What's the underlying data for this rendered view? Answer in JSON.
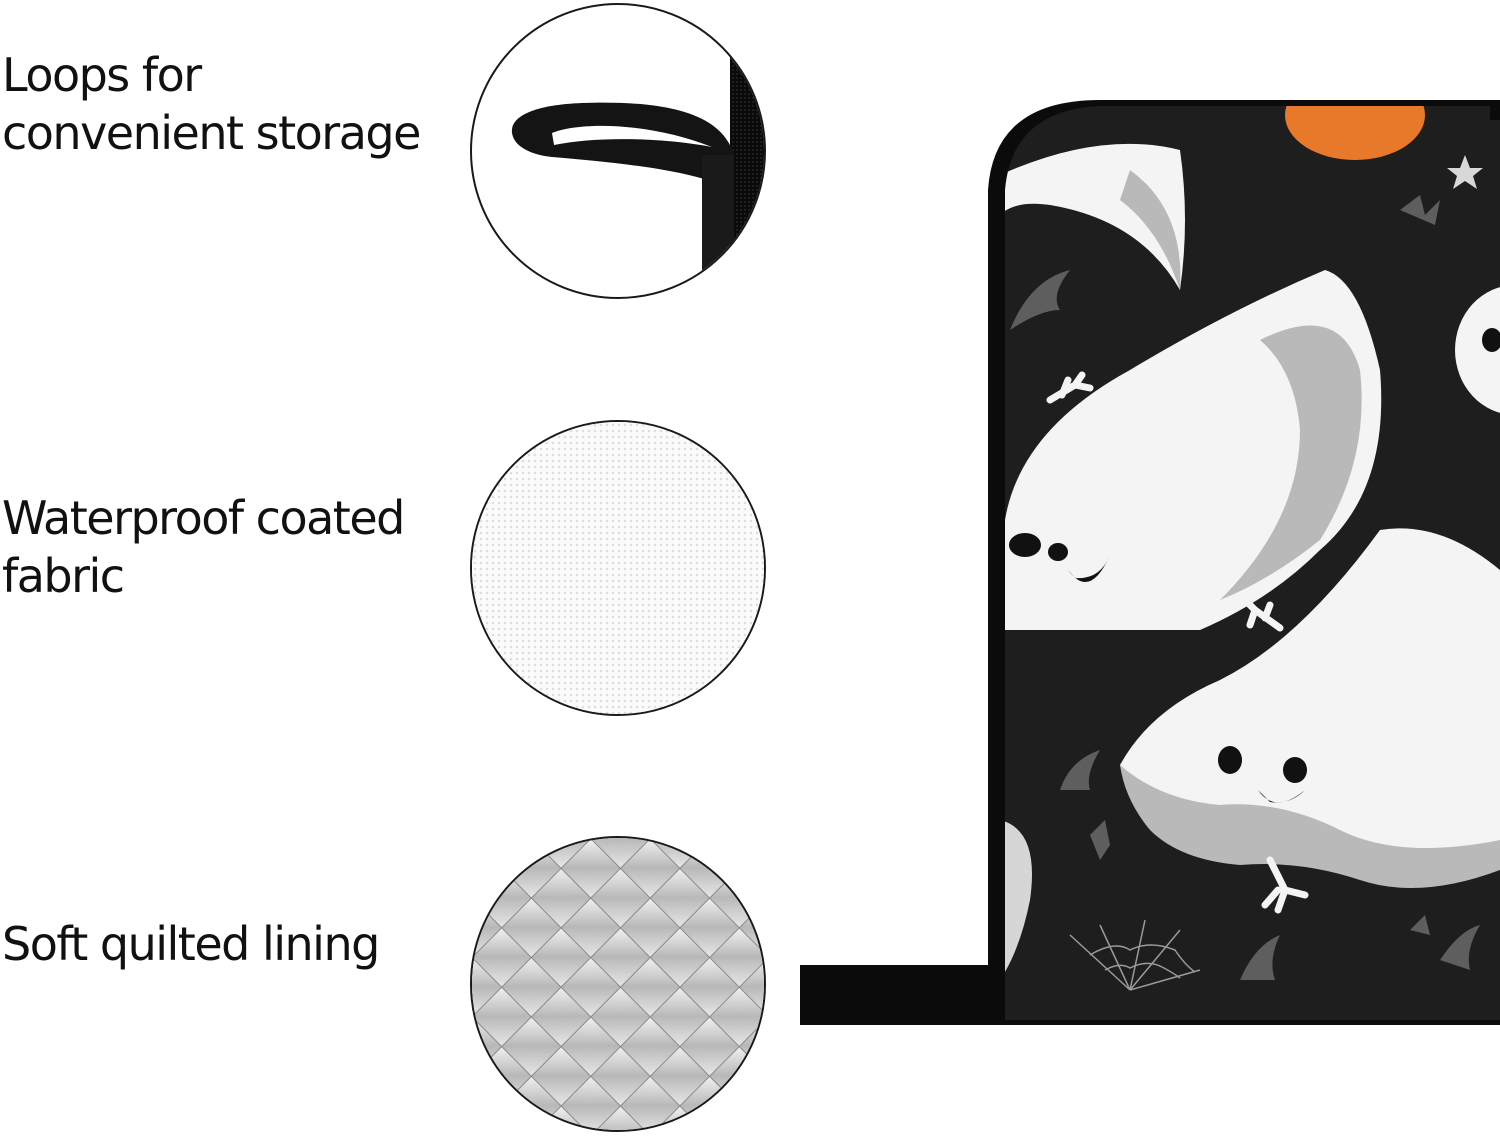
{
  "features": [
    {
      "name": "loop",
      "lines": [
        "Loops for",
        "convenient storage"
      ],
      "icon": "hanging-loop-icon"
    },
    {
      "name": "fabric",
      "lines": [
        "Waterproof coated",
        "fabric"
      ],
      "icon": "fabric-texture-icon"
    },
    {
      "name": "lining",
      "lines": [
        "Soft quilted lining"
      ],
      "icon": "quilted-lining-icon"
    }
  ],
  "product": {
    "type": "pot holder",
    "pattern": "halloween ghosts and bats",
    "colors": {
      "background": "#1e1e1e",
      "ghost_white": "#f4f4f4",
      "ghost_shadow": "#b9b9b9",
      "bat_gray": "#5e5e5e",
      "moon_orange": "#e8792a",
      "trim_black": "#0b0b0b"
    }
  }
}
